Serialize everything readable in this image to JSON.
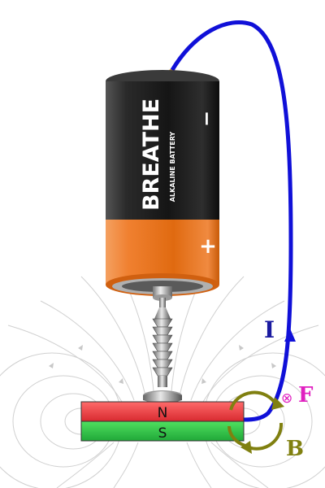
{
  "battery": {
    "brand": "BREATHE",
    "subtitle": "ALKALINE BATTERY",
    "negative_sign": "−",
    "positive_sign": "+"
  },
  "magnet": {
    "north_label": "N",
    "south_label": "S",
    "north_color": "#e8343a",
    "south_color": "#2ec24a"
  },
  "labels": {
    "current": "I",
    "force": "F",
    "force_symbol": "⊗",
    "field": "B"
  },
  "colors": {
    "wire": "#1010d8",
    "current_label": "#1a1aa0",
    "force_label": "#e020c0",
    "field_label": "#808010",
    "field_lines": "#c8c8c8",
    "battery_body": "#1e1e1e",
    "battery_band": "#f07a20"
  }
}
